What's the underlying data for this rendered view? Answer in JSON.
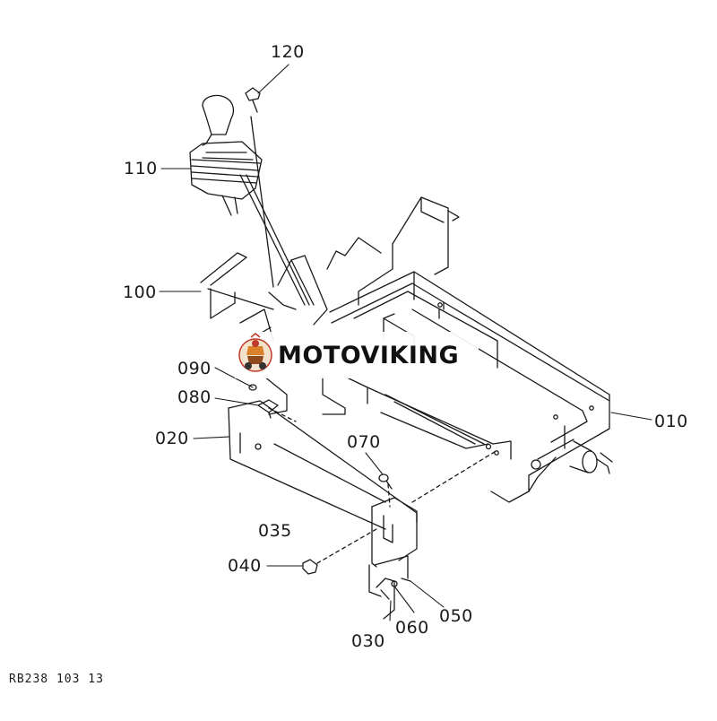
{
  "diagram": {
    "part_labels": {
      "p010": "010",
      "p020": "020",
      "p030": "030",
      "p035": "035",
      "p040": "040",
      "p050": "050",
      "p060": "060",
      "p070": "070",
      "p080": "080",
      "p090": "090",
      "p100": "100",
      "p110": "110",
      "p120": "120"
    },
    "drawing_code": "RB238  103  13"
  },
  "watermark": {
    "text": "MOTOVIKING",
    "logo": "moto-rider-logo"
  },
  "colors": {
    "line": "#1a1a1a",
    "background": "#ffffff",
    "logo_orange": "#d9822b",
    "logo_red": "#c0392b"
  }
}
